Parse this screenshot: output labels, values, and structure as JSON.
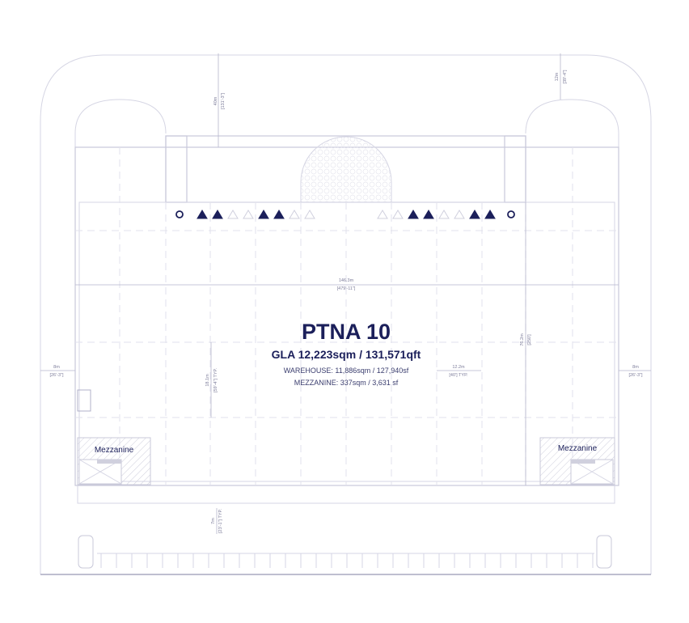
{
  "plan": {
    "title": "PTNA 10",
    "gla": "GLA 12,223sqm / 131,571qft",
    "warehouse": "WAREHOUSE: 11,886sqm / 127,940sf",
    "mezzanine_area": "MEZZANINE: 337sqm / 3,631 sf",
    "mezzanine_left": "Mezzanine",
    "mezzanine_right": "Mezzanine"
  },
  "dimensions": {
    "top_left_m": "40m",
    "top_left_ft": "[131'-3\"]",
    "top_right_m": "12m",
    "top_right_ft": "[39'-4\"]",
    "width_m": "146.3m",
    "width_ft": "[479'-11\"]",
    "left_side_m": "8m",
    "left_side_ft": "[26'-3\"]",
    "right_side_m": "8m",
    "right_side_ft": "[26'-3\"]",
    "bay_depth_m": "18.1m",
    "bay_depth_ft": "[59'-4\"] TYP.",
    "depth_m": "76.2m",
    "depth_ft": "[250']",
    "bay_width_m": "12.2m",
    "bay_width_ft": "[40'] TYP.",
    "parking_m": "7m",
    "parking_ft": "[23'-1\"] TYP."
  },
  "dock_doors": {
    "left": [
      1,
      1,
      0,
      0,
      1,
      1,
      0,
      0
    ],
    "right": [
      0,
      0,
      1,
      1,
      0,
      0,
      1,
      1
    ]
  },
  "colors": {
    "accent": "#1b1f5a",
    "lines": "#c9c9da"
  }
}
